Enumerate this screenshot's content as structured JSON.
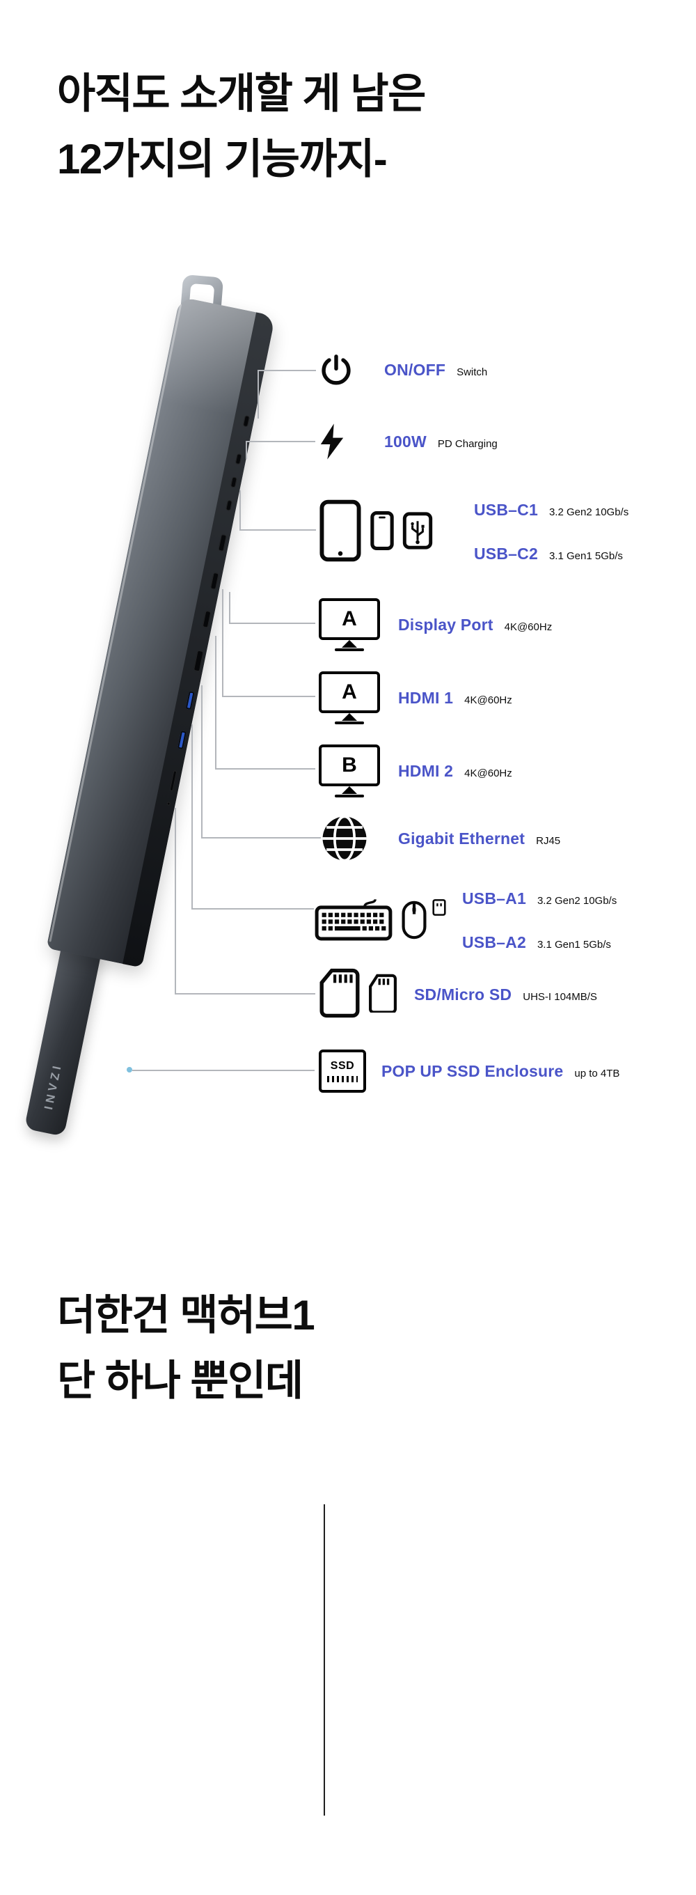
{
  "colors": {
    "accent": "#4a54c8"
  },
  "headline_top": {
    "line1": "아직도 소개할 게 남은",
    "line2": "12가지의 기능까지-"
  },
  "headline_bottom": {
    "line1": "더한건 맥허브1",
    "line2": "단 하나 뿐인데"
  },
  "device": {
    "brand": "INVZI"
  },
  "features": [
    {
      "label": "ON/OFF",
      "spec": "Switch"
    },
    {
      "label": "100W",
      "spec": "PD Charging"
    },
    {
      "label": "USB–C1",
      "spec": "3.2 Gen2 10Gb/s",
      "label2": "USB–C2",
      "spec2": "3.1 Gen1 5Gb/s"
    },
    {
      "label": "Display Port",
      "spec": "4K@60Hz",
      "letter": "A"
    },
    {
      "label": "HDMI 1",
      "spec": "4K@60Hz",
      "letter": "A"
    },
    {
      "label": "HDMI 2",
      "spec": "4K@60Hz",
      "letter": "B"
    },
    {
      "label": "Gigabit Ethernet",
      "spec": "RJ45"
    },
    {
      "label": "USB–A1",
      "spec": "3.2 Gen2 10Gb/s",
      "label2": "USB–A2",
      "spec2": "3.1 Gen1 5Gb/s"
    },
    {
      "label": "SD/Micro SD",
      "spec": "UHS-I 104MB/S"
    },
    {
      "label": "POP UP SSD Enclosure",
      "spec": "up to 4TB",
      "ssd_label": "SSD"
    }
  ]
}
